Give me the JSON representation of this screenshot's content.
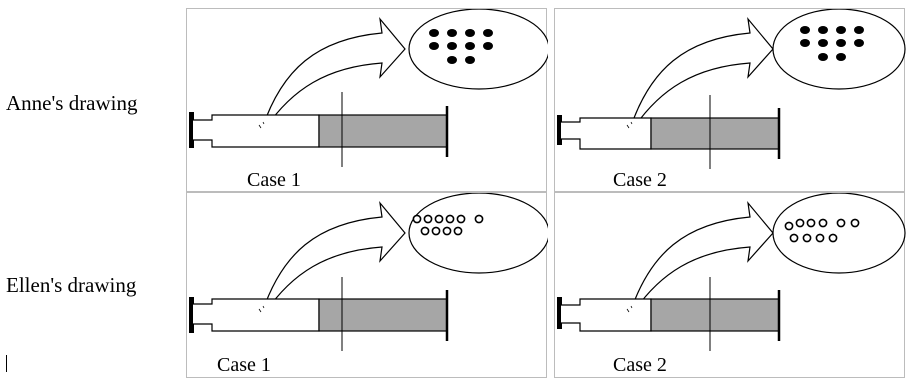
{
  "rows": [
    {
      "label": "Anne's drawing",
      "particle_style": "filled",
      "cases": [
        {
          "label": "Case 1",
          "particles": 10
        },
        {
          "label": "Case 2",
          "particles": 10
        }
      ]
    },
    {
      "label": "Ellen's drawing",
      "particle_style": "hollow",
      "cases": [
        {
          "label": "Case 1",
          "particles": 10
        },
        {
          "label": "Case 2",
          "particles": 10
        }
      ]
    }
  ],
  "colors": {
    "ink": "#000000",
    "plunger_fill": "#a6a6a6",
    "panel_border": "#bcbcbc"
  }
}
